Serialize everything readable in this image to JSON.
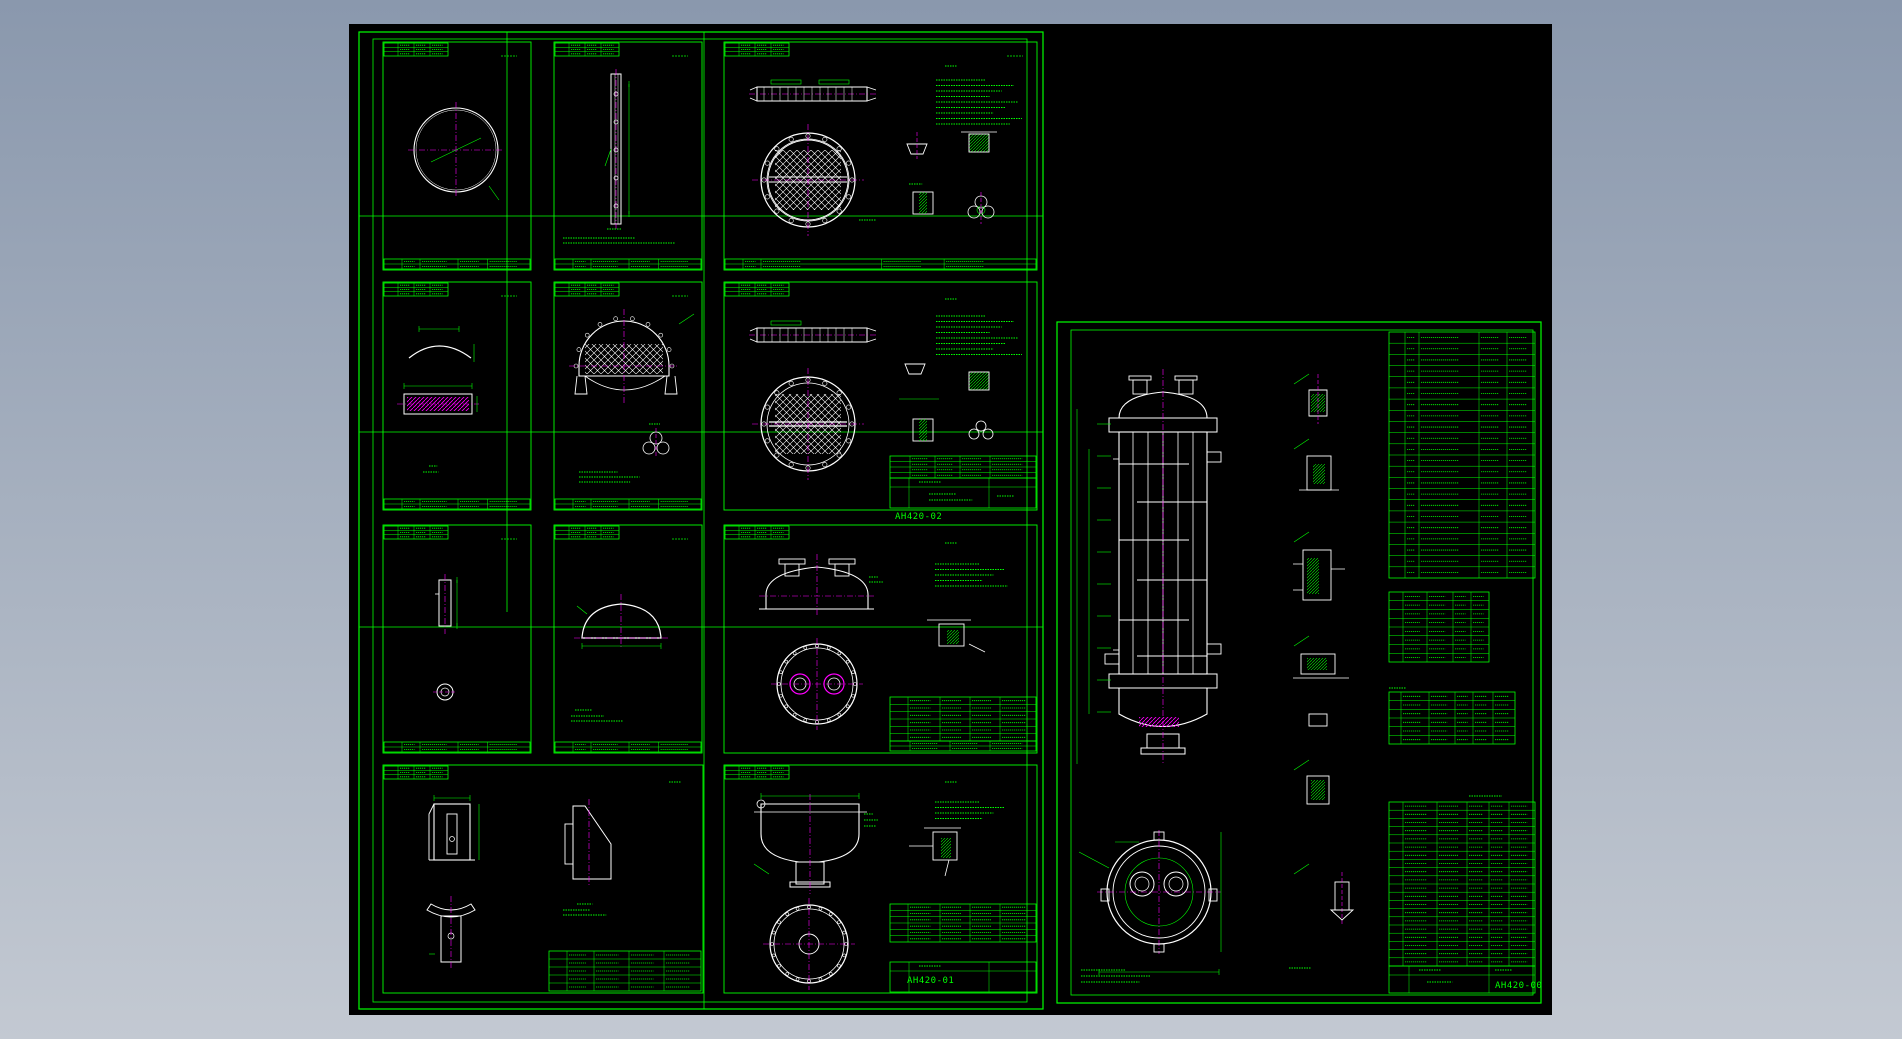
{
  "app": {
    "background_top": "#8a98ad",
    "background_bottom": "#c3c9d2",
    "canvas_color": "#000000"
  },
  "colors": {
    "frame": "#00ff00",
    "geometry": "#ffffff",
    "centerline": "#ff00ff",
    "dimension": "#00ff00",
    "annotation": "#00ff00"
  },
  "sheets": {
    "sheet_02": {
      "drawing_number": "AH420-02"
    },
    "sheet_01": {
      "drawing_number": "AH420-01"
    },
    "sheet_00": {
      "drawing_number": "AH420-00"
    }
  }
}
